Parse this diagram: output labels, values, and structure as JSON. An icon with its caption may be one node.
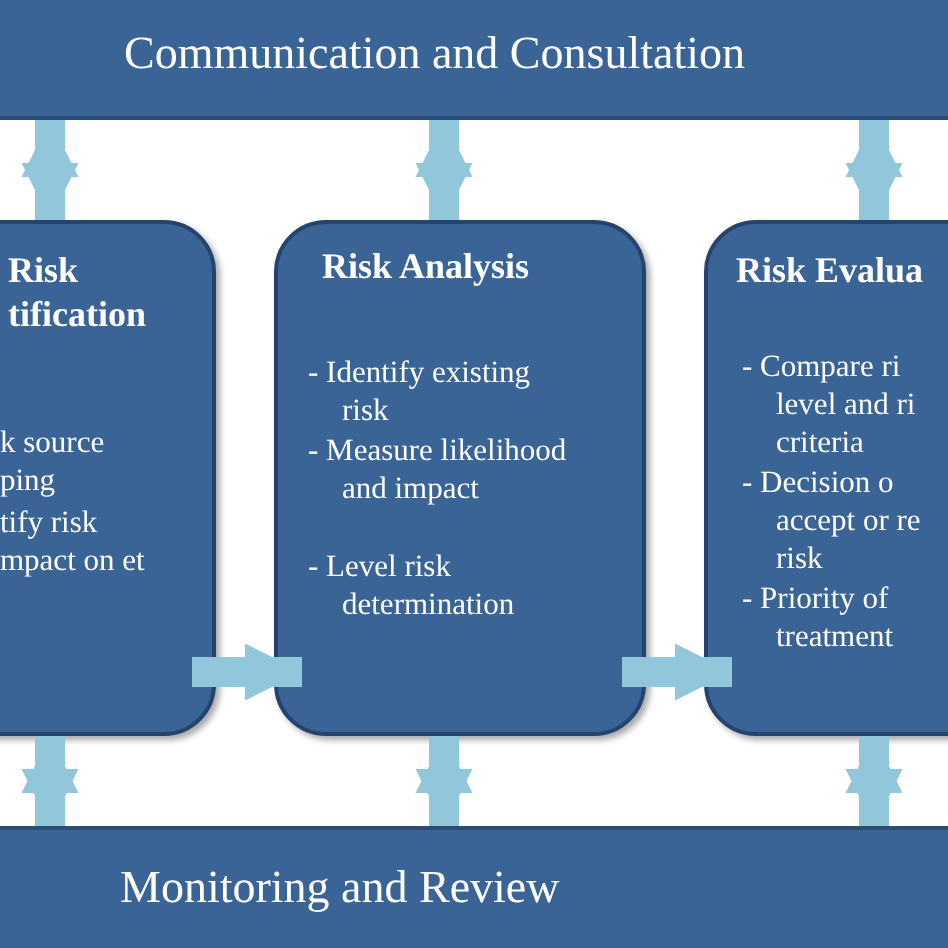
{
  "diagram": {
    "nodes": [
      {
        "text": [
          "Communication and Consultation"
        ]
      },
      {
        "text": [
          "Risk tification",
          "k source ping",
          "tify risk mpact on et"
        ]
      },
      {
        "text": [
          "Risk Analysis",
          "- Identify existing risk",
          "- Measure likelihood and impact",
          "- Level risk determination"
        ]
      },
      {
        "text": [
          "Risk Evalua",
          "- Compare ri level and ri criteria",
          "- Decision o accept or re risk",
          "- Priority of treatment"
        ]
      },
      {
        "text": [
          "Monitoring and Review"
        ]
      }
    ],
    "edges": [
      {
        "from": 0,
        "to": 1,
        "arrow": "both"
      },
      {
        "from": 0,
        "to": 2,
        "arrow": "both"
      },
      {
        "from": 0,
        "to": 3,
        "arrow": "both"
      },
      {
        "from": 1,
        "to": 2,
        "arrow": "to"
      },
      {
        "from": 2,
        "to": 3,
        "arrow": "to"
      },
      {
        "from": 1,
        "to": 4,
        "arrow": "both"
      },
      {
        "from": 2,
        "to": 4,
        "arrow": "both"
      },
      {
        "from": 3,
        "to": 4,
        "arrow": "both"
      }
    ]
  }
}
